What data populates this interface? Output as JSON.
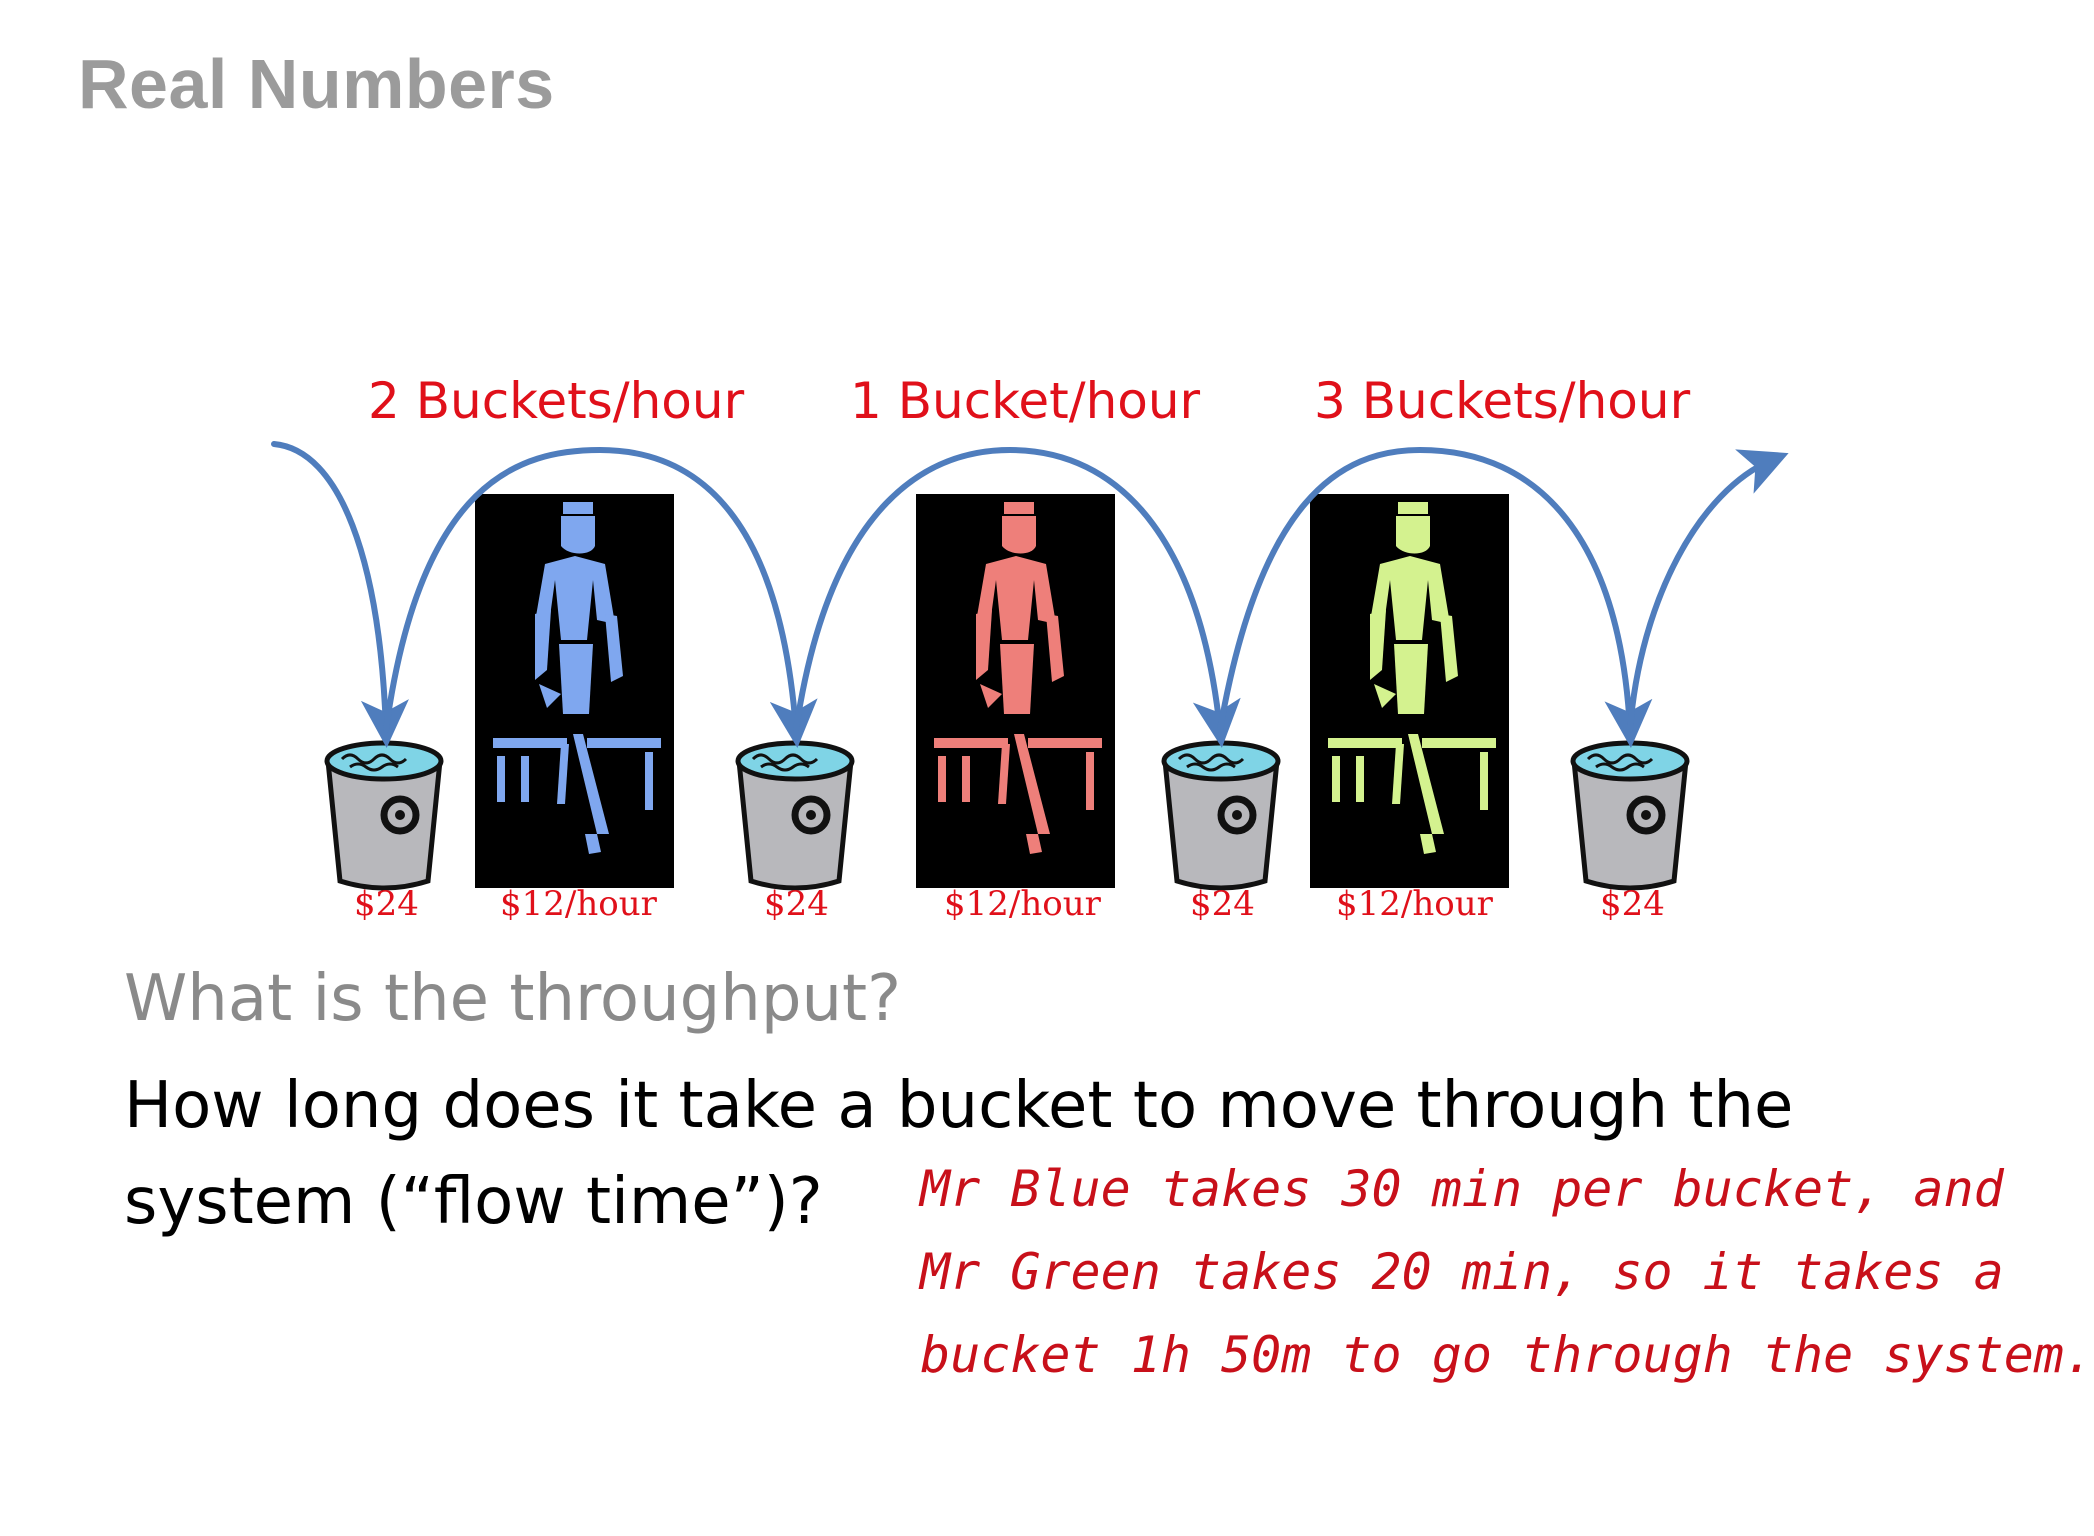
{
  "slide": {
    "title": "Real Numbers"
  },
  "diagram": {
    "rates": [
      {
        "label": "2 Buckets/hour"
      },
      {
        "label": "1 Bucket/hour"
      },
      {
        "label": "3 Buckets/hour"
      }
    ],
    "bucket_costs": [
      "$24",
      "$24",
      "$24",
      "$24"
    ],
    "worker_wages": [
      "$12/hour",
      "$12/hour",
      "$12/hour"
    ],
    "worker_colors": [
      "#7fa7ef",
      "#ee7f7a",
      "#d4f28f"
    ],
    "arrow_color": "#4f7dbd",
    "accent_color": "#e0101a"
  },
  "questions": {
    "throughput": "What is the throughput?",
    "flow_time_line1": "How long does it take a bucket to move through the",
    "flow_time_line2": "system (“flow time”)?"
  },
  "handwritten_note": {
    "line1": "Mr Blue takes 30 min per bucket, and",
    "line2": "Mr Green takes 20 min, so it takes a",
    "line3": "bucket 1h 50m to go through the system."
  }
}
